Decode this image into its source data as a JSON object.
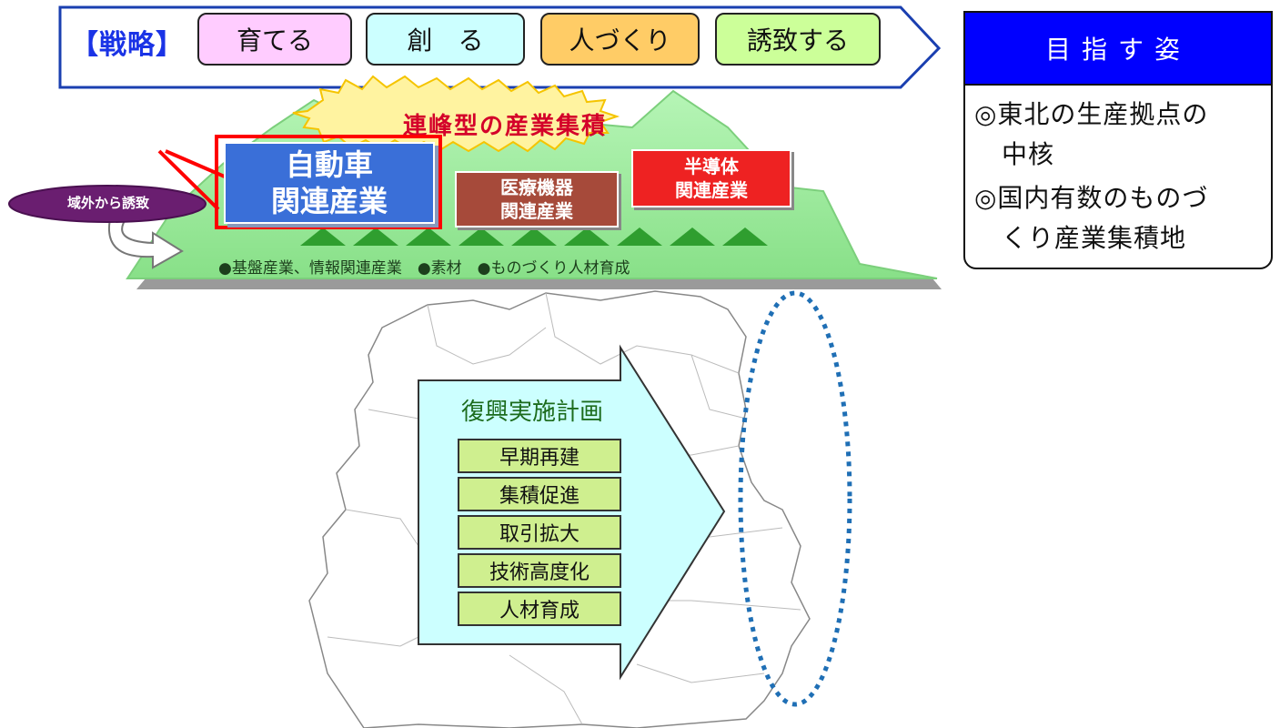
{
  "strategy": {
    "label": "【戦略】",
    "items": [
      {
        "label": "育てる",
        "color": "#ffccff"
      },
      {
        "label": "創　る",
        "color": "#ccffff"
      },
      {
        "label": "人づくり",
        "color": "#ffcc66"
      },
      {
        "label": "誘致する",
        "color": "#ccff99"
      }
    ]
  },
  "goal": {
    "title": "目指す姿",
    "items": [
      {
        "line1": "◎東北の生産拠点の",
        "line2": "中核"
      },
      {
        "line1": "◎国内有数のものづ",
        "line2": "くり産業集積地"
      }
    ]
  },
  "industry": {
    "banner": "連峰型の産業集積",
    "auto": {
      "line1": "自動車",
      "line2": "関連産業"
    },
    "medical": {
      "line1": "医療機器",
      "line2": "関連産業"
    },
    "semiconductor": {
      "line1": "半導体",
      "line2": "関連産業"
    },
    "invite": "域外から誘致",
    "base_text": "●基盤産業、情報関連産業　●素材　●ものづくり人材育成"
  },
  "plan": {
    "title": "復興実施計画",
    "items": [
      "早期再建",
      "集積促進",
      "取引拡大",
      "技術高度化",
      "人材育成"
    ]
  },
  "colors": {
    "strategy_text": "#1a33e6",
    "goal_header": "#0000ff",
    "mountain": "#99ee99",
    "auto_box": "#3a6fd8",
    "medical_box": "#a64a3a",
    "semiconductor_box": "#ee2222",
    "highlight": "#ff0000",
    "plan_arrow": "#ccffff",
    "plan_item": "#cfef8f",
    "coast_ellipse": "#1f6fb5"
  }
}
